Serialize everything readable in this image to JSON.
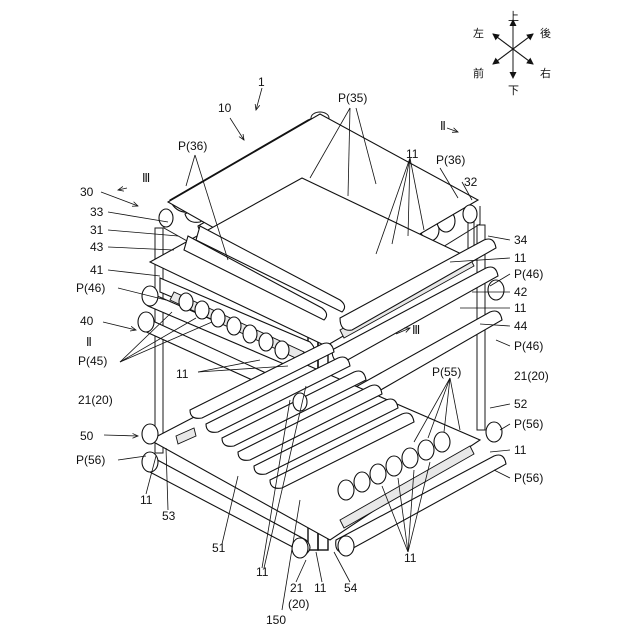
{
  "compass": {
    "up": "上",
    "down": "下",
    "left": "左",
    "right": "右",
    "front": "前",
    "back": "後"
  },
  "labels": {
    "l1": "1",
    "l10": "10",
    "p35": "P(35)",
    "p36_left": "P(36)",
    "p36_right": "P(36)",
    "sec2_top": "Ⅱ",
    "sec3_top": "Ⅲ",
    "l30": "30",
    "l33": "33",
    "l31": "31",
    "l43": "43",
    "l41": "41",
    "p46_left": "P(46)",
    "l40": "40",
    "sec2_left": "Ⅱ",
    "p45": "P(45)",
    "l11_top": "11",
    "l32": "32",
    "l34": "34",
    "l11_r1": "11",
    "p46_right1": "P(46)",
    "l42": "42",
    "l11_r2": "11",
    "l44": "44",
    "sec3_mid": "Ⅲ",
    "p46_right2": "P(46)",
    "l11_mid": "11",
    "p55": "P(55)",
    "l21_20_left": "21(20)",
    "l21_20_right": "21(20)",
    "l52": "52",
    "l50": "50",
    "p56_left": "P(56)",
    "p56_right1": "P(56)",
    "l11_r3": "11",
    "p56_right2": "P(56)",
    "l11_bl": "11",
    "l53": "53",
    "l51": "51",
    "l11_bot1": "11",
    "l21": "21",
    "l11_bot2": "11",
    "l54": "54",
    "l20": "(20)",
    "l11_bot3": "11",
    "l150": "150"
  }
}
